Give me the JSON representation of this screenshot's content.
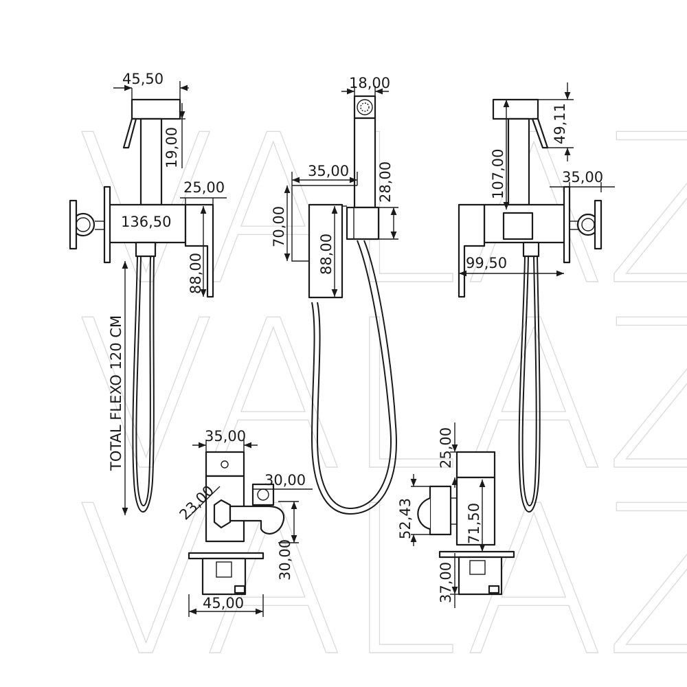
{
  "watermark": [
    "VALAZ",
    "VALAZ",
    "VALAZ"
  ],
  "dimensions": {
    "left_top_width": "45,50",
    "left_handle_height": "19,00",
    "left_valve_depth": "25,00",
    "left_body_length": "136,50",
    "left_lever_height": "88,00",
    "flex_total": "TOTAL FLEXO 120 CM",
    "mid_head_width": "18,00",
    "mid_offset": "35,00",
    "mid_holder_height": "28,00",
    "mid_outer_height": "70,00",
    "mid_plate_height": "88,00",
    "right_top_height": "49,11",
    "right_handle_height": "107,00",
    "right_valve_depth": "35,00",
    "right_body_length": "99,50",
    "bl_top_width": "35,00",
    "bl_angle_dim": "23,00",
    "bl_side_dim": "30,00",
    "bl_side_height": "30,00",
    "bl_base_width": "45,00",
    "br_top_height": "25,00",
    "br_knob_height": "52,43",
    "br_body_height": "71,50",
    "br_base_height": "37,00"
  }
}
